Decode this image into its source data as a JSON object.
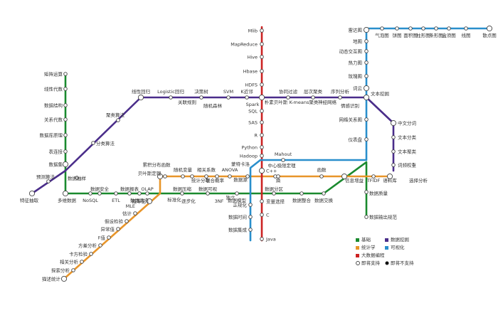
{
  "colors": {
    "basics": "#1a8a2e",
    "data_mining": "#4a2d8a",
    "statistics": "#e8952a",
    "big_data": "#cc2222",
    "visualization": "#2a8fcc",
    "station_fill": "#ffffff",
    "station_stroke": "#444444",
    "unsupported": "#111111"
  },
  "lines": [
    {
      "id": "basics",
      "color_key": "basics"
    },
    {
      "id": "data_mining",
      "color_key": "data_mining"
    },
    {
      "id": "statistics",
      "color_key": "statistics"
    },
    {
      "id": "big_data",
      "color_key": "big_data"
    },
    {
      "id": "visualization",
      "color_key": "visualization"
    }
  ],
  "stations": {
    "green_vertical": [
      "矩阵运算",
      "线性代数",
      "数据结构",
      "关系代数",
      "数据库原理",
      "表连接",
      "数据集"
    ],
    "green_horizontal": [
      "特征抽取",
      "多维数据",
      "NoSQL",
      "ETL",
      "数据清洗",
      "数据整合",
      "数据交换",
      "数据质量",
      "数据输出规范"
    ],
    "purple_diagonal": [
      "预测算法",
      "分类算法",
      "聚类算法",
      "线性回归",
      "Logistic回归",
      "决策树",
      "SVM",
      "K近邻",
      "Spark"
    ],
    "purple_lower": [
      "关联规则",
      "随机森林"
    ],
    "purple_right": [
      "协同过滤",
      "层次聚类",
      "序列分析",
      "朴素贝叶斯",
      "K-means聚类",
      "神经网络",
      "情感识别",
      "文本挖掘"
    ],
    "purple_text": [
      "中文分词",
      "文本分类",
      "文本聚类",
      "词频权重"
    ],
    "orange": [
      "描述统计",
      "探索分析",
      "相关分析",
      "卡方检验",
      "方差分析",
      "F值",
      "异常值",
      "假设检验",
      "估计",
      "概率论",
      "累积分布函数",
      "贝叶斯定理",
      "随机变量",
      "统计分布",
      "相关系数",
      "联合概率",
      "ANOVA",
      "蒙特卡洛",
      "中心极限定理",
      "熵",
      "函数",
      "信息增益",
      "TFIDF",
      "语料库",
      "选择分析"
    ],
    "orange_labels_extra": [
      "标准化",
      "MLE"
    ],
    "red": [
      "Mlib",
      "MapReduce",
      "Hive",
      "Hbase",
      "HDFS",
      "SQL",
      "SAS",
      "R",
      "Python",
      "Hadoop",
      "C++",
      "变量选择",
      "C",
      "Java"
    ],
    "blue": [
      "雷达图",
      "地图",
      "动态交互图",
      "热力图",
      "玫瑰图",
      "词云",
      "网络关系图",
      "仪表盘",
      "Mahout"
    ],
    "blue_top": [
      "气泡图",
      "饼图",
      "面积图",
      "柱形图",
      "条形图",
      "盒须图",
      "线图",
      "散点图"
    ],
    "misc": [
      "数据抽样",
      "数据安全",
      "数据报表",
      "OLAP",
      "数据压缩",
      "数据可视",
      "数据模型",
      "数据分区",
      "数据时间",
      "数据集成",
      "3NF",
      "独立",
      "逐步化",
      "正规化",
      "数据源"
    ]
  },
  "legend": {
    "items": [
      {
        "label": "基础",
        "color_key": "basics"
      },
      {
        "label": "数据挖掘",
        "color_key": "data_mining"
      },
      {
        "label": "统计学",
        "color_key": "statistics"
      },
      {
        "label": "可视化",
        "color_key": "visualization"
      },
      {
        "label": "大数据编程",
        "color_key": "big_data"
      }
    ],
    "open_station": "即将支持",
    "closed_station": "即将不支持"
  }
}
